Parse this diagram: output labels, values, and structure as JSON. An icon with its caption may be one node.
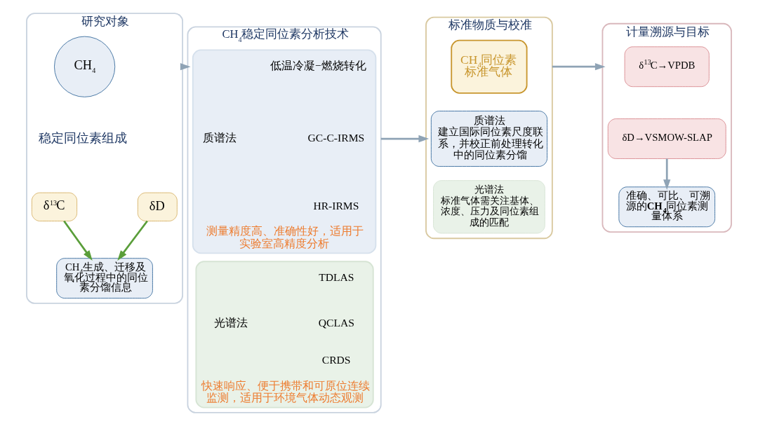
{
  "diagram": {
    "nodes": [
      {
        "text": [
          "研究对象"
        ]
      },
      {
        "text": [
          "CH$_{4}$"
        ],
        "in": 0
      },
      {
        "text": [
          "稳定同位素组成"
        ],
        "in": 0
      },
      {
        "text": [
          "δ$^{13}$C"
        ],
        "in": 0
      },
      {
        "text": [
          "δD"
        ],
        "in": 0
      },
      {
        "text": [
          "CH$_{4}$生成、迁移及氧化过程中的同位素分馏信息"
        ],
        "in": 0
      },
      {
        "text": [
          "CH$_{4}$稳定同位素分析技术"
        ]
      },
      {
        "text": [
          "测量精度高、准确性好，适用于实验室高精度分析"
        ],
        "in": 6
      },
      {
        "text": [
          "质谱法"
        ],
        "in": 7
      },
      {
        "text": [
          "低温冷凝−燃烧转化"
        ],
        "in": 7
      },
      {
        "text": [
          "GC-C-IRMS"
        ],
        "in": 7
      },
      {
        "text": [
          "HR-IRMS"
        ],
        "in": 7
      },
      {
        "text": [
          "快速响应、便于携带和可原位连续监测，适用于环境气体动态观测"
        ],
        "in": 6
      },
      {
        "text": [
          "光谱法"
        ],
        "in": 12
      },
      {
        "text": [
          "TDLAS"
        ],
        "in": 12
      },
      {
        "text": [
          "QCLAS"
        ],
        "in": 12
      },
      {
        "text": [
          "CRDS"
        ],
        "in": 12
      },
      {
        "text": [
          "标准物质与校准"
        ]
      },
      {
        "text": [
          "CH$_{4}$同位素标准气体"
        ],
        "in": 17
      },
      {
        "text": [
          "质谱法",
          "建立国际同位素尺度联系，并校正前处理转化中的同位素分馏"
        ],
        "in": 17
      },
      {
        "text": [
          "光谱法",
          "标准气体需关注基体、浓度、压力及同位素组成的匹配"
        ],
        "in": 17
      },
      {
        "text": [
          "计量溯源与目标"
        ]
      },
      {
        "text": [
          "δ$^{13}$C→VPDB"
        ],
        "in": 21
      },
      {
        "text": [
          "δD→VSMOW-SLAP"
        ],
        "in": 21
      },
      {
        "text": [
          "准确、可比、可溯源的**CH$_{4}$**同位素测量体系"
        ],
        "in": 21
      }
    ],
    "edges": [
      {
        "from": 3,
        "to": 5,
        "arrow": "to",
        "color": "#5a9e3a"
      },
      {
        "from": 4,
        "to": 5,
        "arrow": "to",
        "color": "#5a9e3a"
      },
      {
        "from": 0,
        "to": 6,
        "arrow": "to",
        "color": "#8fa3b5"
      },
      {
        "from": 6,
        "to": 17,
        "arrow": "to",
        "color": "#8fa3b5"
      },
      {
        "from": 17,
        "to": 21,
        "arrow": "to",
        "color": "#8fa3b5"
      },
      {
        "from": 23,
        "to": 24,
        "arrow": "to",
        "color": "#8fa3b5"
      }
    ]
  }
}
